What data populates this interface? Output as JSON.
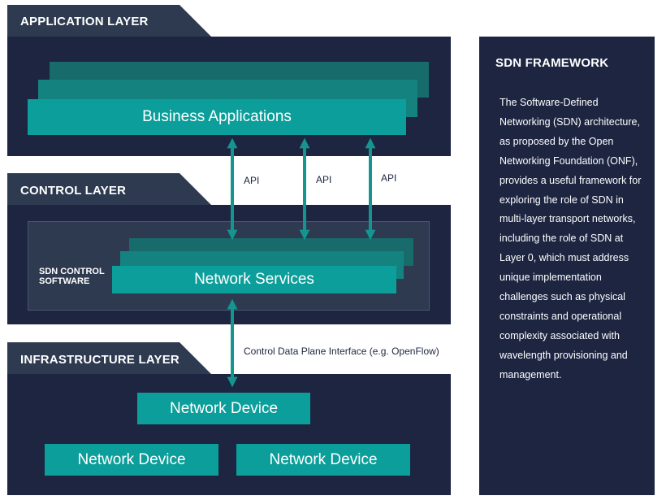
{
  "layers": {
    "application": {
      "title": "APPLICATION LAYER",
      "item": "Business Applications"
    },
    "control": {
      "title": "CONTROL LAYER",
      "software_label": "SDN CONTROL SOFTWARE",
      "item": "Network Services"
    },
    "infrastructure": {
      "title": "INFRASTRUCTURE LAYER",
      "devices": [
        "Network Device",
        "Network Device",
        "Network Device"
      ]
    }
  },
  "connectors": {
    "api_labels": [
      "API",
      "API",
      "API"
    ],
    "interface_label": "Control Data Plane Interface (e.g. OpenFlow)"
  },
  "sidebar": {
    "title": "SDN FRAMEWORK",
    "body": "The Software-Defined Networking (SDN) architecture, as proposed by the Open Networking Foundation (ONF), provides a useful framework for exploring the role of SDN in multi-layer transport networks, including the role of SDN at Layer 0, which must address unique implementation challenges such as physical constraints and operational complexity associated with wavelength provisioning and management."
  },
  "colors": {
    "navy": "#1d2541",
    "tab": "#2d3a50",
    "teal": "#0c9e9a",
    "teal_dark": "#176b6b",
    "arrow": "#14958f"
  }
}
